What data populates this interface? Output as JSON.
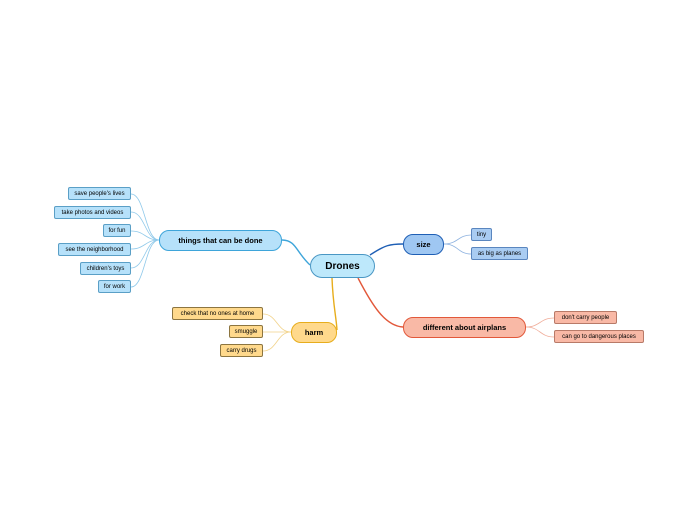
{
  "root": "Drones",
  "branches": {
    "uses": {
      "label": "things that can be done",
      "items": [
        "save people's lives",
        "take photos and videos",
        "for fun",
        "see the neighborhood",
        "children's toys",
        "for work"
      ]
    },
    "size": {
      "label": "size",
      "items": [
        "tiny",
        "as big as planes"
      ]
    },
    "harm": {
      "label": "harm",
      "items": [
        "check that no ones at home",
        "smuggle",
        "carry drugs"
      ]
    },
    "different": {
      "label": "different about airplans",
      "items": [
        "don't carry people",
        "can go to dangerous places"
      ]
    }
  },
  "colors": {
    "uses": "#3ea5da",
    "size": "#1f5fb5",
    "harm": "#e7ad1c",
    "different": "#e2583a"
  }
}
